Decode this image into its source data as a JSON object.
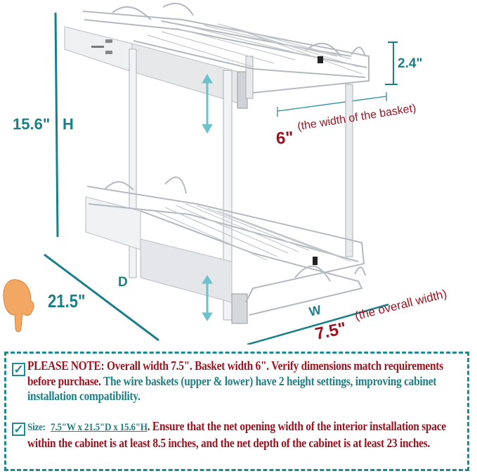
{
  "product_image": {
    "description": "Two-tier chrome wire pull-out cabinet organizer basket with side slide rails",
    "icons": {
      "height_arrows": "double-arrow-vertical",
      "hand": "pointing-down-hand"
    }
  },
  "dimensions": {
    "height": {
      "value": "15.6\"",
      "label": "H"
    },
    "depth": {
      "value": "21.5\"",
      "label": "D"
    },
    "width": {
      "value": "7.5\"",
      "label": "W",
      "note": "(the overall width)"
    },
    "basket_width": {
      "value": "6\"",
      "note": "(the width of the basket)"
    },
    "basket_height": {
      "value": "2.4\""
    }
  },
  "notes": [
    {
      "check_icon": "checkmark",
      "red_text": "PLEASE NOTE: Overall width 7.5\". Basket width 6\". Verify dimensions match requirements before purchase.",
      "teal_text": " The wire baskets (upper & lower) have 2 height settings, improving cabinet installation compatibility."
    },
    {
      "check_icon": "checkmark",
      "label": "Size:",
      "size_value": "7.5\"W x 21.5\"D x 15.6\"H",
      "red_text": ". Ensure that the net opening width of the interior installation space within the cabinet is at least 8.5 inches, and the net depth of the cabinet is at least 23 inches."
    }
  ],
  "colors": {
    "teal": "#1a7f86",
    "dark_red": "#9b1420",
    "light_teal_arrow": "#6cc2cb",
    "hand": "#f2a863"
  }
}
